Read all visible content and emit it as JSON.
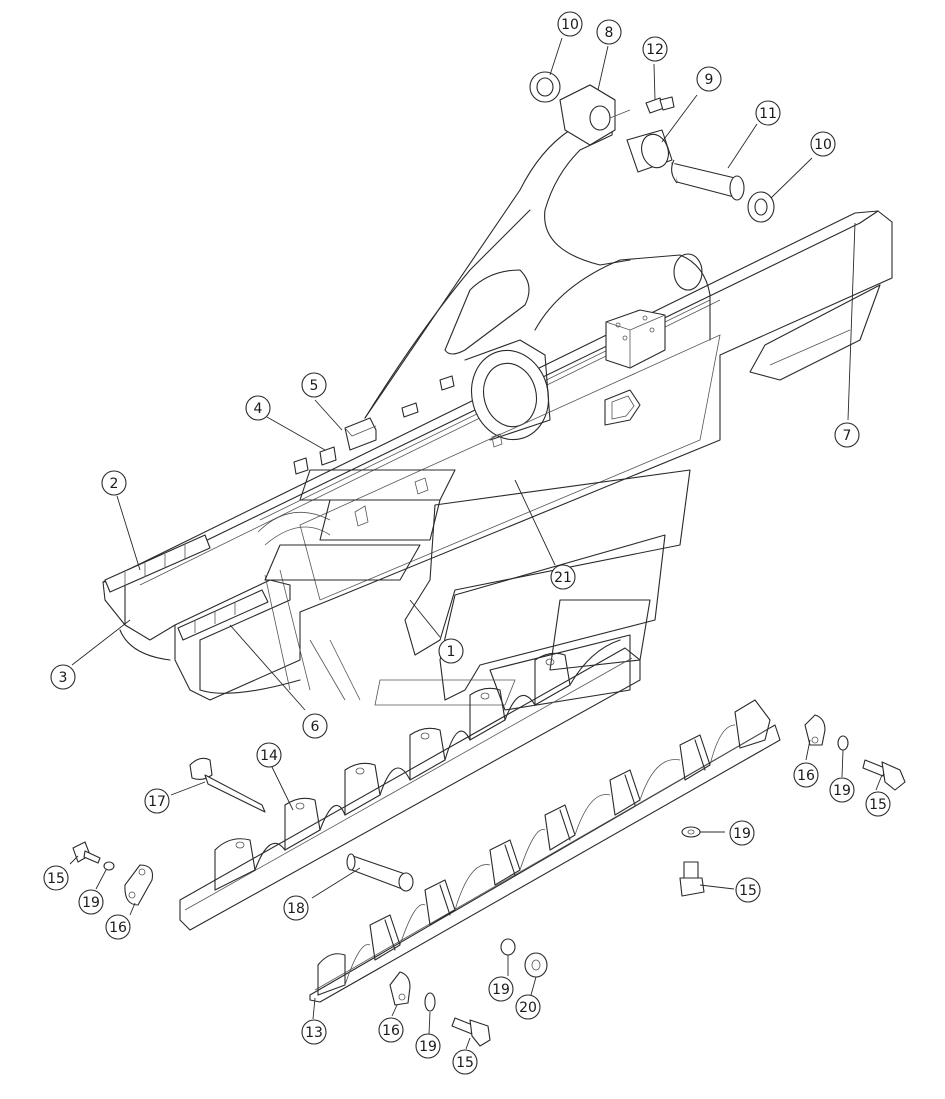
{
  "colors": {
    "line": "#2a2a2a",
    "background": "#ffffff"
  },
  "callouts": [
    {
      "id": "c-10a",
      "label": "10"
    },
    {
      "id": "c-8",
      "label": "8"
    },
    {
      "id": "c-12",
      "label": "12"
    },
    {
      "id": "c-9",
      "label": "9"
    },
    {
      "id": "c-11",
      "label": "11"
    },
    {
      "id": "c-10b",
      "label": "10"
    },
    {
      "id": "c-7",
      "label": "7"
    },
    {
      "id": "c-5",
      "label": "5"
    },
    {
      "id": "c-4",
      "label": "4"
    },
    {
      "id": "c-2",
      "label": "2"
    },
    {
      "id": "c-21",
      "label": "21"
    },
    {
      "id": "c-3",
      "label": "3"
    },
    {
      "id": "c-1",
      "label": "1"
    },
    {
      "id": "c-6",
      "label": "6"
    },
    {
      "id": "c-14",
      "label": "14"
    },
    {
      "id": "c-17",
      "label": "17"
    },
    {
      "id": "c-16a",
      "label": "16"
    },
    {
      "id": "c-19a",
      "label": "19"
    },
    {
      "id": "c-15a",
      "label": "15"
    },
    {
      "id": "c-19b",
      "label": "19"
    },
    {
      "id": "c-15b",
      "label": "15"
    },
    {
      "id": "c-15c",
      "label": "15"
    },
    {
      "id": "c-19c",
      "label": "19"
    },
    {
      "id": "c-16b",
      "label": "16"
    },
    {
      "id": "c-18",
      "label": "18"
    },
    {
      "id": "c-19d",
      "label": "19"
    },
    {
      "id": "c-20",
      "label": "20"
    },
    {
      "id": "c-13",
      "label": "13"
    },
    {
      "id": "c-16c",
      "label": "16"
    },
    {
      "id": "c-19e",
      "label": "19"
    },
    {
      "id": "c-15d",
      "label": "15"
    }
  ]
}
